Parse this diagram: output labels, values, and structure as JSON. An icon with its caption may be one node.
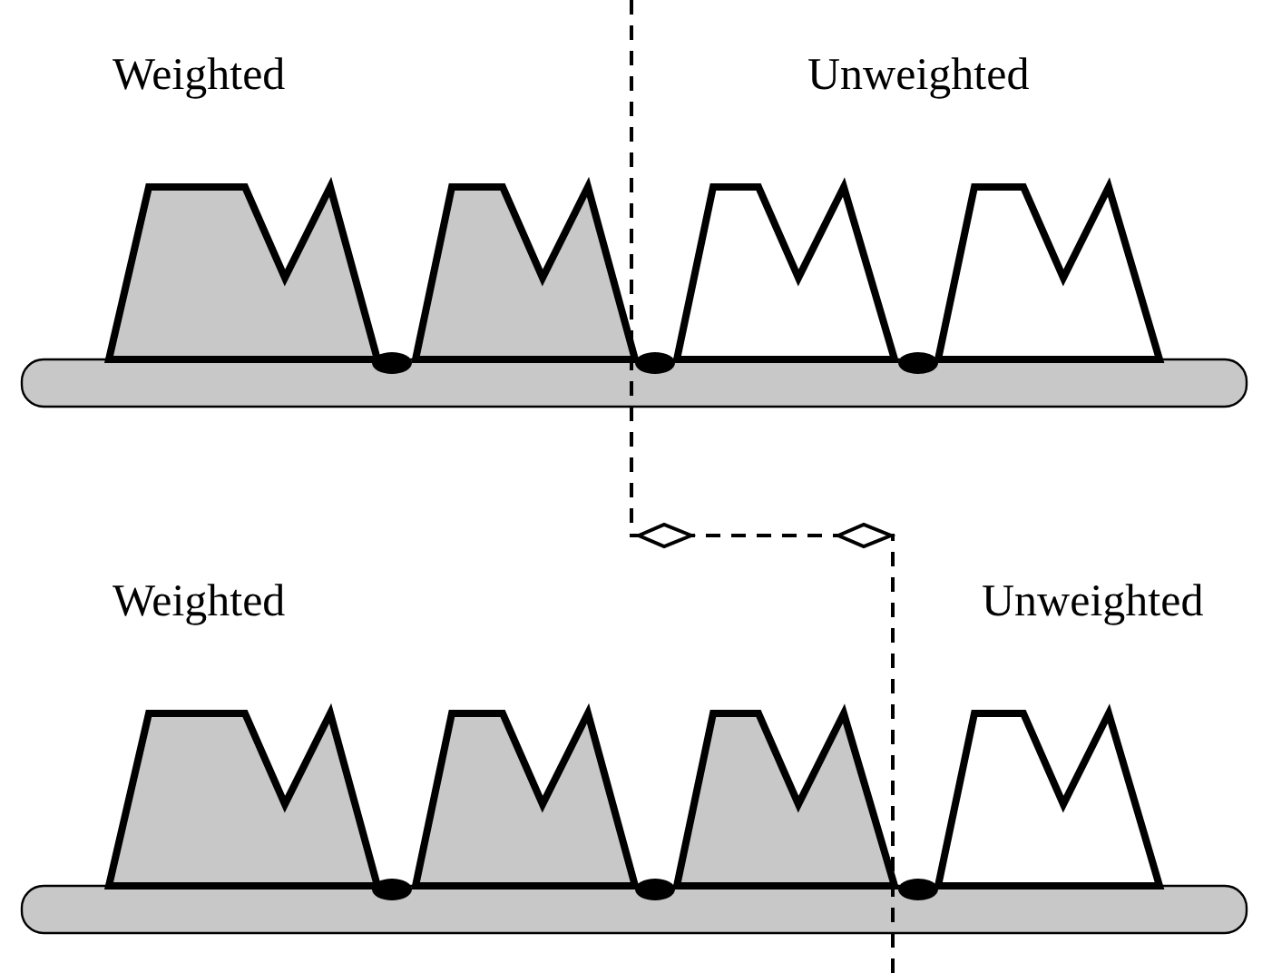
{
  "diagram": {
    "labels": [
      "Weighted",
      "Unweighted",
      "Weighted",
      "Unweighted"
    ]
  }
}
